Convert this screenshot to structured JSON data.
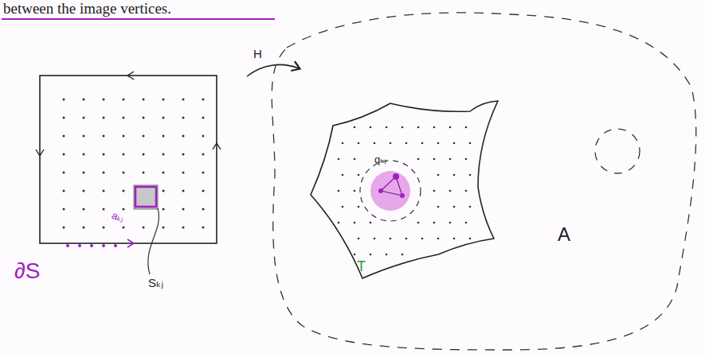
{
  "diagram": {
    "labels": [
      "between the image vertices.",
      "H",
      "aₖⱼ",
      "Sₖⱼ",
      "∂S",
      "qₖⱼ",
      "T",
      "A"
    ]
  }
}
